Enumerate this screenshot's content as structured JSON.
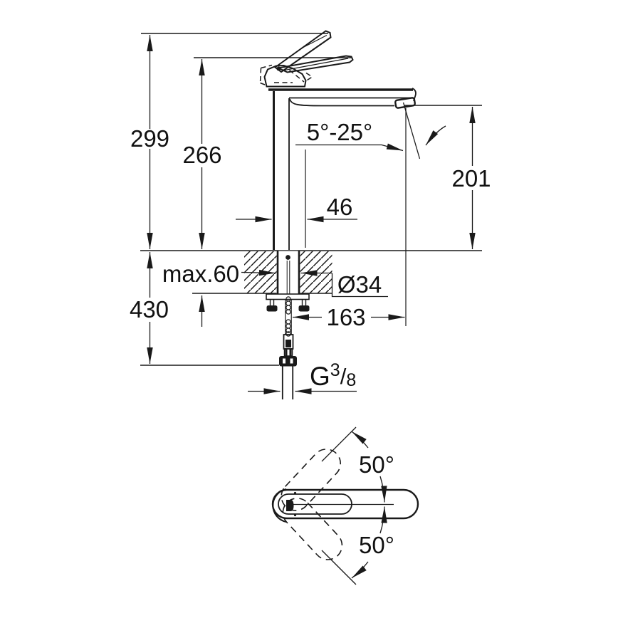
{
  "figure": {
    "type": "technical-dimensional-drawing",
    "subject": "single-lever basin mixer tap, front elevation with mounting deck section and plan view of handle swivel range",
    "background_color": "#ffffff",
    "line_color": "#1a1a1a",
    "views": [
      "front-elevation",
      "handle-plan-view"
    ]
  },
  "dimensions": {
    "overall_height": "299",
    "lever_height": "266",
    "spout_angle_range": "5°-25°",
    "outlet_height": "201",
    "body_offset": "46",
    "max_deck_thickness": "max.60",
    "hole_diameter": "Ø34",
    "supply_length": "430",
    "spout_projection": "163",
    "thread_prefix": "G",
    "thread_numerator": "3",
    "thread_slash": "/",
    "thread_denominator": "8",
    "handle_swing_upper": "50°",
    "handle_swing_lower": "50°"
  }
}
